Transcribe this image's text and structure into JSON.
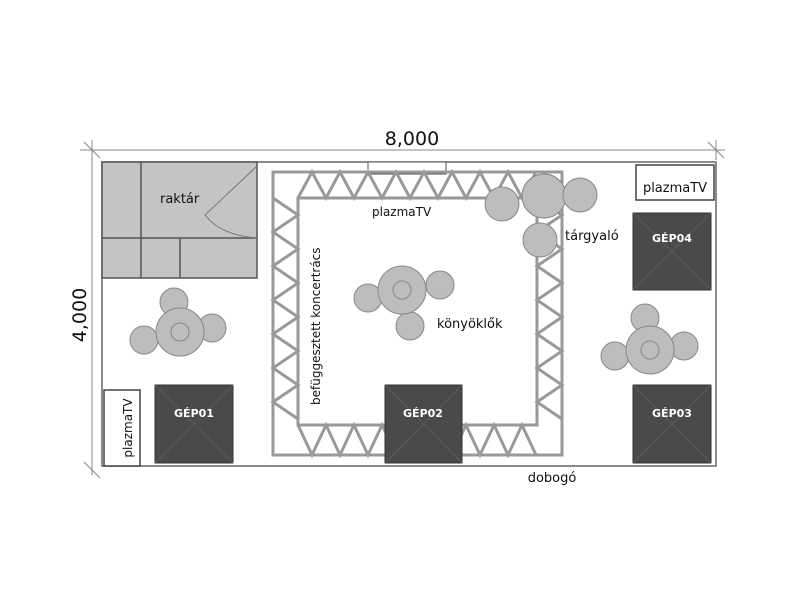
{
  "dimensions": {
    "width": "8,000",
    "height": "4,000"
  },
  "labels": {
    "storage": "raktár",
    "truss": "befüggesztett koncertrács",
    "plasma_top": "plazmaTV",
    "plasma_right": "plazmaTV",
    "plasma_left": "plazmaTV",
    "meeting": "tárgyaló",
    "bar_tables": "könyöklők",
    "stage": "dobogó"
  },
  "machines": [
    "GÉP01",
    "GÉP02",
    "GÉP03",
    "GÉP04"
  ],
  "colors": {
    "machine": "#4a4a4a",
    "storage": "#c4c4c4",
    "furniture": "#bdbdbd",
    "truss": "#999999"
  }
}
